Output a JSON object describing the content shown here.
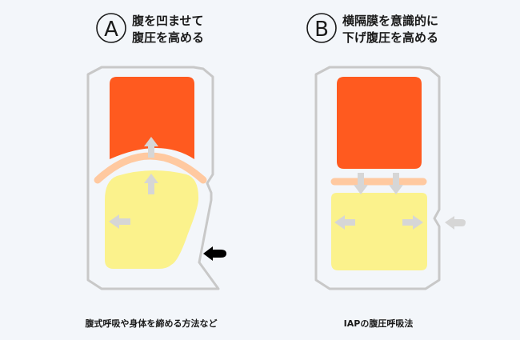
{
  "panels": [
    {
      "letter": "A",
      "heading_line1": "腹を凹ませて",
      "heading_line2": "腹圧を高める",
      "caption": "腹式呼吸や身体を締める方法など"
    },
    {
      "letter": "B",
      "heading_line1": "横隔膜を意識的に",
      "heading_line2": "下げ腹圧を高める",
      "caption": "IAPの腹圧呼吸法"
    }
  ],
  "colors": {
    "chest": "#ff5a1f",
    "abdomen": "#fbf28c",
    "diaphragm": "#ffc9a0",
    "body_outline": "#c8c8c8",
    "arrow_light": "#d6d6d6",
    "arrow_dark": "#000000"
  }
}
